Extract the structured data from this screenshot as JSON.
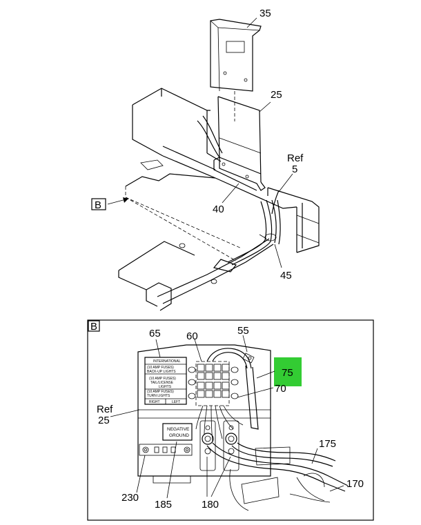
{
  "colors": {
    "line": "#000000",
    "background": "#ffffff",
    "highlight": "#33cc33"
  },
  "top_view": {
    "callouts": {
      "c35": "35",
      "c25": "25",
      "ref_word": "Ref",
      "ref_num": "5",
      "c40": "40",
      "c45": "45"
    },
    "view_marker": "B"
  },
  "detail_b": {
    "tag": "B",
    "callouts": {
      "c65": "65",
      "c60": "60",
      "c55": "55",
      "c75": "75",
      "c70": "70",
      "ref_word": "Ref",
      "ref_num": "25",
      "c175": "175",
      "c170": "170",
      "c230": "230",
      "c185": "185",
      "c180": "180"
    },
    "fuse_label": {
      "header": "INTERNATIONAL",
      "line1a": "(10 AMP FUSES)",
      "line1b": "BACK-UP LIGHTS",
      "line2a": "(10 AMP FUSES)",
      "line2b": "TAIL/LICENSE",
      "line2c": "LIGHTS",
      "line3a": "(10 AMP FUSES)",
      "line3b": "TURN LIGHTS",
      "right": "RIGHT",
      "left": "LEFT"
    },
    "ground_label": {
      "line1": "NEGATIVE",
      "line2": "GROUND"
    }
  }
}
